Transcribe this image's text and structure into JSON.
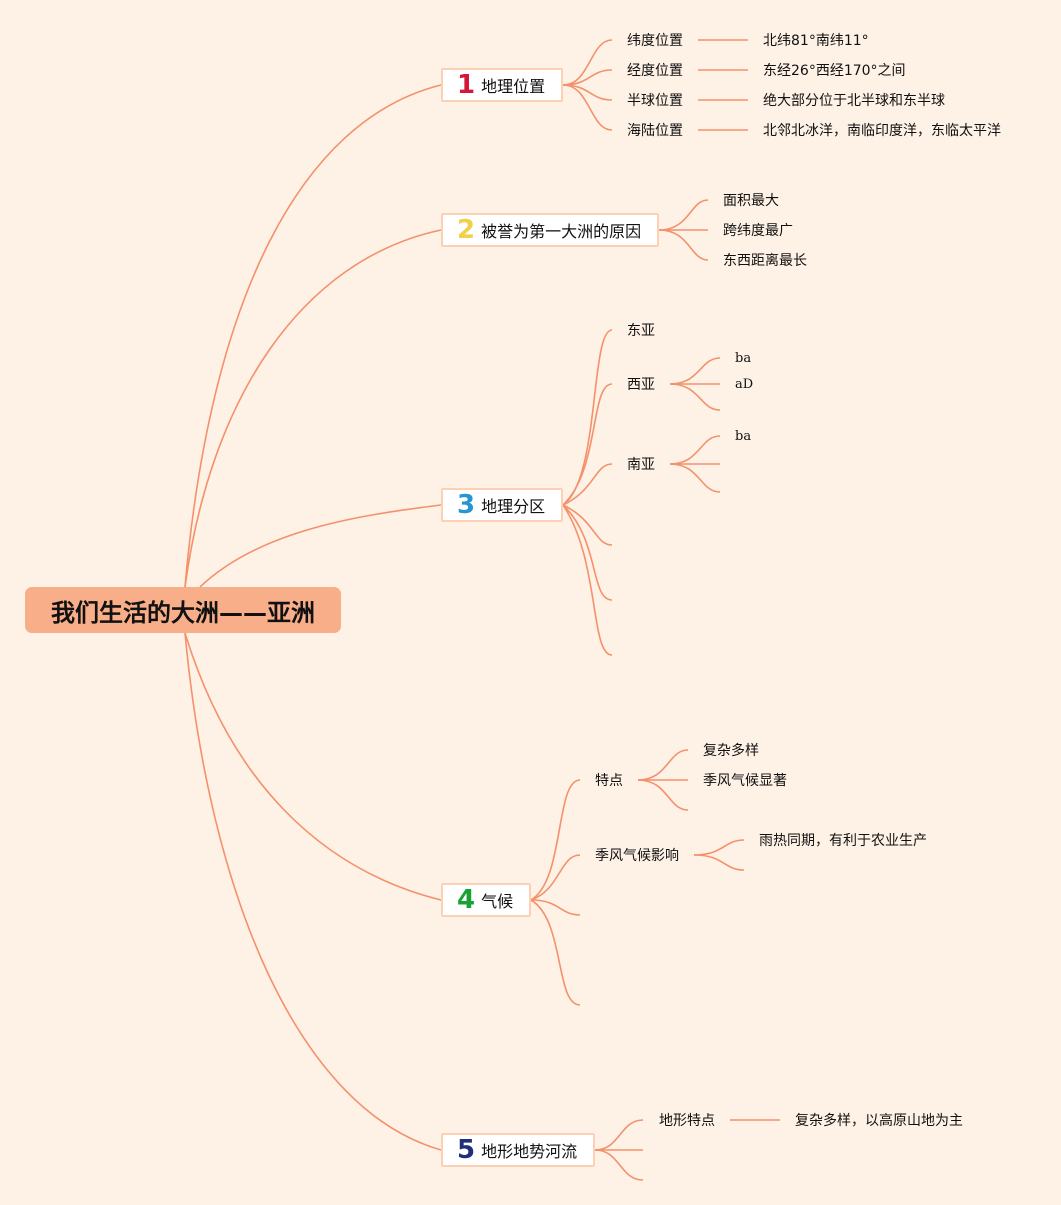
{
  "root": {
    "title": "我们生活的大洲——亚洲"
  },
  "colors": {
    "background": "#fef1e6",
    "root_fill": "#f9ae8a",
    "line": "#f4916b",
    "box_border": "#fbd0b5",
    "num1": "#d2173b",
    "num2": "#f2d048",
    "num3": "#2696d3",
    "num4": "#18a233",
    "num5": "#1f2f7a"
  },
  "branches": {
    "b1": {
      "num": "1",
      "label": "地理位置",
      "c1": {
        "label": "纬度位置",
        "detail": "北纬81°南纬11°"
      },
      "c2": {
        "label": "经度位置",
        "detail": "东经26°西经170°之间"
      },
      "c3": {
        "label": "半球位置",
        "detail": "绝大部分位于北半球和东半球"
      },
      "c4": {
        "label": "海陆位置",
        "detail": "北邻北冰洋，南临印度洋，东临太平洋"
      }
    },
    "b2": {
      "num": "2",
      "label": "被誉为第一大洲的原因",
      "c1": "面积最大",
      "c2": "跨纬度最广",
      "c3": "东西距离最长"
    },
    "b3": {
      "num": "3",
      "label": "地理分区",
      "east": "东亚",
      "west": {
        "label": "西亚",
        "s1": "ba",
        "s2": "aD"
      },
      "south": {
        "label": "南亚",
        "s1": "ba"
      }
    },
    "b4": {
      "num": "4",
      "label": "气候",
      "feat": {
        "label": "特点",
        "s1": "复杂多样",
        "s2": "季风气候显著"
      },
      "monsoon": {
        "label": "季风气候影响",
        "s1": "雨热同期，有利于农业生产"
      }
    },
    "b5": {
      "num": "5",
      "label": "地形地势河流",
      "terrain": {
        "label": "地形特点",
        "detail": "复杂多样，以高原山地为主"
      }
    }
  }
}
